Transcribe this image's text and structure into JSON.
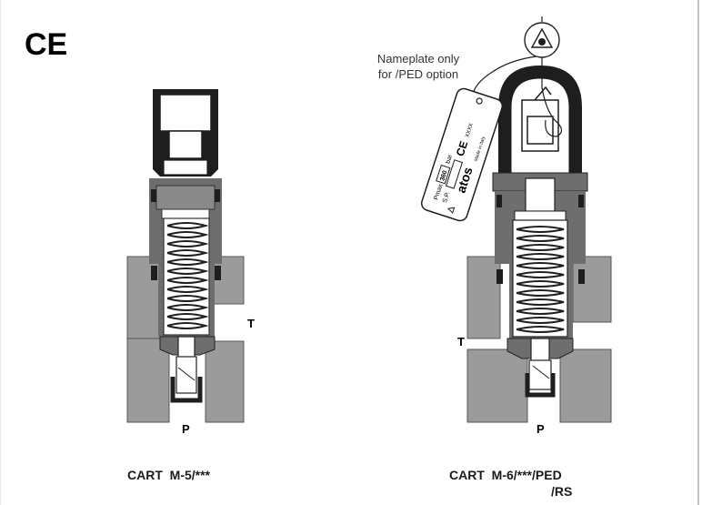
{
  "mark": {
    "ce": "CE"
  },
  "left_valve": {
    "port_t": "T",
    "port_p": "P",
    "caption": "CART  M-5/***"
  },
  "right_valve": {
    "port_t": "T",
    "port_p": "P",
    "caption_line1": "CART  M-6/***/PED",
    "caption_line2": "/RS"
  },
  "nameplate": {
    "note_line1": "Nameplate only",
    "note_line2": "for /PED option",
    "pmax_label": "Pmax",
    "pmax_value": "360",
    "pmax_unit": "bar",
    "set_label": "S.P.",
    "code": "XXXX",
    "brand": "atos",
    "origin": "Made in Italy"
  },
  "colors": {
    "body_gray": "#9a9a9a",
    "dark": "#1e1e1e",
    "spring": "#ffffff"
  }
}
